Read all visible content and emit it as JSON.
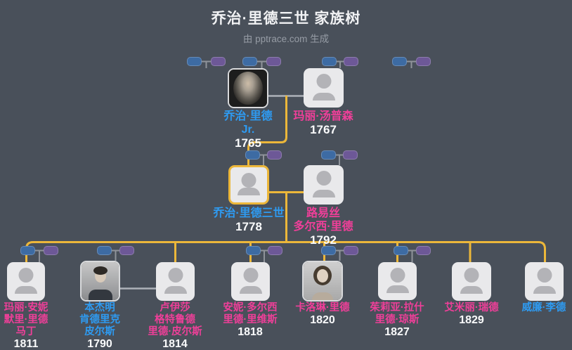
{
  "header": {
    "title": "乔治·里德三世 家族树",
    "subtitle": "由 pptrace.com 生成"
  },
  "colors": {
    "background": "#49505a",
    "highlight_gold": "#ecb73a",
    "male_name": "#2e9bf2",
    "female_name": "#ef3f99",
    "year_text": "#fafbfc",
    "collapsed_node_blue": "#3d6ba3",
    "collapsed_node_purple": "#6d5897"
  },
  "people": [
    {
      "name_lines": [
        "乔治·里德",
        "Jr."
      ],
      "year": "1765",
      "gender": "male",
      "generation": 1,
      "avatar": "portrait"
    },
    {
      "name_lines": [
        "玛丽·汤普森"
      ],
      "year": "1767",
      "gender": "female",
      "generation": 1,
      "avatar": "placeholder"
    },
    {
      "name_lines": [
        "乔治·里德三世"
      ],
      "year": "1778",
      "gender": "male",
      "generation": 2,
      "avatar": "placeholder",
      "highlighted": true
    },
    {
      "name_lines": [
        "路易丝",
        "多尔西·里德"
      ],
      "year": "1792",
      "gender": "female",
      "generation": 2,
      "avatar": "placeholder"
    },
    {
      "name_lines": [
        "玛丽·安妮",
        "默里·里德",
        "马丁"
      ],
      "year": "1811",
      "gender": "female",
      "generation": 3,
      "avatar": "placeholder"
    },
    {
      "name_lines": [
        "本杰明",
        "肯德里克",
        "皮尔斯"
      ],
      "year": "1790",
      "gender": "male",
      "generation": 3,
      "avatar": "portrait"
    },
    {
      "name_lines": [
        "卢伊莎",
        "格特鲁德",
        "里德·皮尔斯"
      ],
      "year": "1814",
      "gender": "female",
      "generation": 3,
      "avatar": "placeholder"
    },
    {
      "name_lines": [
        "安妮·多尔西",
        "里德·里维斯"
      ],
      "year": "1818",
      "gender": "female",
      "generation": 3,
      "avatar": "placeholder"
    },
    {
      "name_lines": [
        "卡洛琳·里德"
      ],
      "year": "1820",
      "gender": "female",
      "generation": 3,
      "avatar": "portrait"
    },
    {
      "name_lines": [
        "茱莉亚·拉什",
        "里德·琼斯"
      ],
      "year": "1827",
      "gender": "female",
      "generation": 3,
      "avatar": "placeholder"
    },
    {
      "name_lines": [
        "艾米丽·瑞德"
      ],
      "year": "1829",
      "gender": "female",
      "generation": 3,
      "avatar": "placeholder"
    },
    {
      "name_lines": [
        "威廉·李德"
      ],
      "gender": "male",
      "generation": 3,
      "avatar": "placeholder"
    }
  ],
  "structure": {
    "couples": [
      [
        "乔治·里德 Jr.",
        "玛丽·汤普森"
      ],
      [
        "乔治·里德三世",
        "路易丝·多尔西·里德"
      ],
      [
        "本杰明·肯德里克·皮尔斯",
        "卢伊莎·格特鲁德·里德·皮尔斯"
      ]
    ],
    "children_of_focus_couple": [
      "玛丽·安妮·默里·里德·马丁",
      "卢伊莎·格特鲁德·里德·皮尔斯",
      "安妮·多尔西·里德·里维斯",
      "卡洛琳·里德",
      "茱莉亚·拉什·里德·琼斯",
      "艾米丽·瑞德",
      "威廉·李德"
    ]
  }
}
